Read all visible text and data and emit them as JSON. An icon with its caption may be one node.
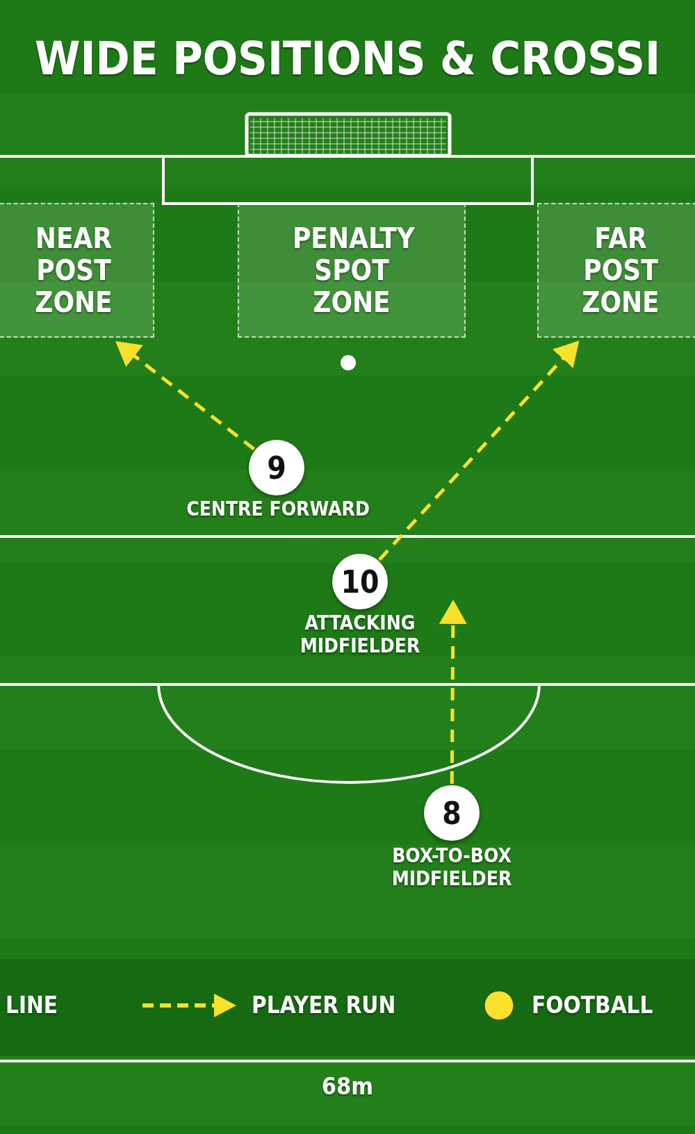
{
  "diagram": {
    "title": "WIDE POSITIONS & CROSSI",
    "nodes": [
      {
        "text": [
          "NEAR POST ZONE"
        ]
      },
      {
        "text": [
          "PENALTY SPOT ZONE"
        ]
      },
      {
        "text": [
          "FAR POST ZONE"
        ]
      },
      {
        "text": [
          "9"
        ],
        "beside": [
          "CENTRE FORWARD"
        ]
      },
      {
        "text": [
          "10"
        ],
        "beside": [
          "ATTACKING MIDFIELDER"
        ]
      },
      {
        "text": [
          "8"
        ],
        "beside": [
          "BOX-TO-BOX MIDFIELDER"
        ]
      }
    ],
    "edges": [
      {
        "from": 3,
        "to": 0,
        "arrow": "to",
        "style": "dashed"
      },
      {
        "from": 4,
        "to": 2,
        "arrow": "to",
        "style": "dashed"
      },
      {
        "from": 5,
        "to": null,
        "arrow": "to",
        "style": "dashed"
      }
    ],
    "labels": [
      "68m"
    ],
    "legend": [
      {
        "text": "LINE"
      },
      {
        "text": "PLAYER RUN"
      },
      {
        "text": "FOOTBALL",
        "color": "#f7e12a"
      }
    ]
  }
}
